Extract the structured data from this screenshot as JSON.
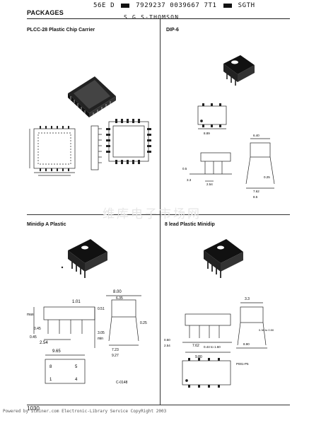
{
  "header": {
    "section_title": "PACKAGES",
    "code_line_a": "56E D",
    "code_line_b": "7929237 0039667 7T1",
    "code_line_c": "SGTH",
    "manufacturer": "S G S-THOMSON"
  },
  "sections": {
    "plcc": {
      "title": "PLCC-28 Plastic Chip Carrier"
    },
    "dip6": {
      "title": "DIP-6",
      "dims": {
        "w_top": "6.40",
        "w_bot": "8.89",
        "lead_a": "0.5",
        "lead_b": "2.54",
        "height": "3.3",
        "s1": "0.25",
        "s2": "7.62",
        "s3": "8.5"
      }
    },
    "minidip_a": {
      "title": "Minidip A Plastic",
      "dims": {
        "d1": "1.01",
        "d2": "0.45",
        "d3": "2.54",
        "d4": "9.65",
        "d5": "8.00",
        "d6": "6.35",
        "d7": "0.25",
        "d8": "7.23",
        "d9": "9.27",
        "d10": "0.51",
        "d11": "3.05",
        "d12": "0.45",
        "max": "max",
        "min": "min"
      },
      "pins": [
        "8",
        "5",
        "1",
        "4"
      ],
      "ref": "C-0148"
    },
    "lead8": {
      "title": "8 lead Plastic Minidip",
      "dims": {
        "a": "3.3",
        "b": "0.50",
        "c": "2.54",
        "d": "7.62",
        "e": "9.80",
        "f": "0.38 to 0.50",
        "g": "0.44 to 1.60",
        "h": "8.90"
      },
      "ref": "P001-P5"
    }
  },
  "watermark": "维库电子市场网",
  "page_number": "1030",
  "footer": "Powered by ICminer.com Electronic-Library Service CopyRight 2003"
}
